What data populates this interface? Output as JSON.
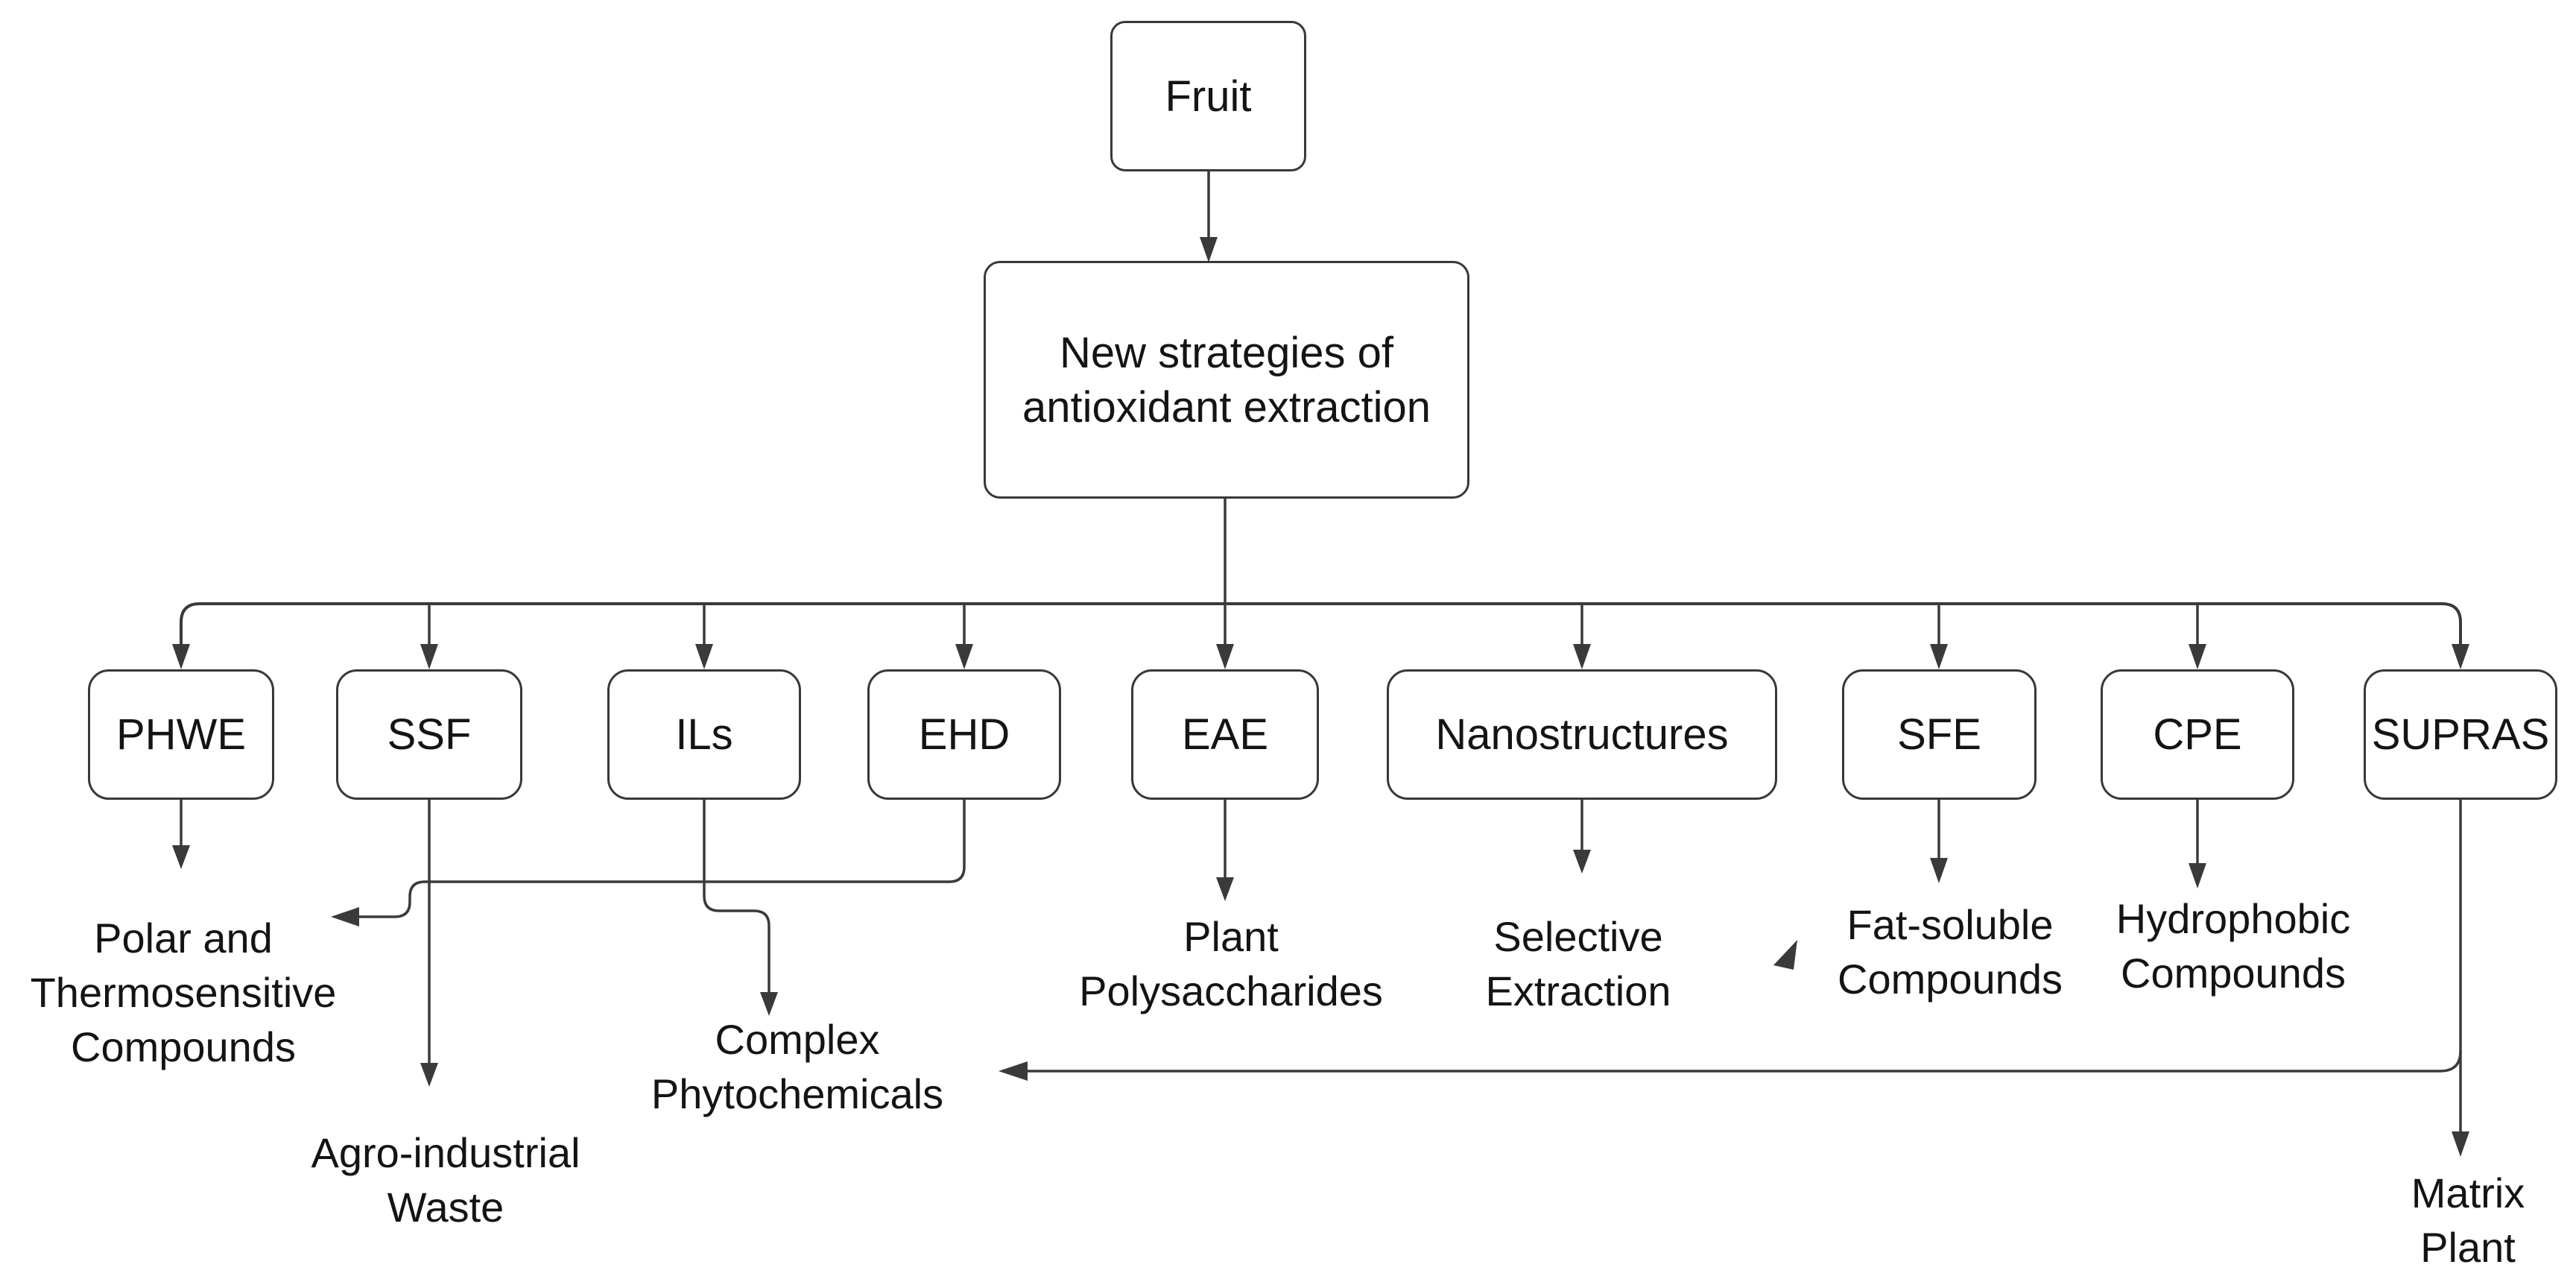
{
  "colors": {
    "background": "#ffffff",
    "line": "#3a3a3a",
    "text": "#141414"
  },
  "nodes": {
    "fruit": {
      "label": "Fruit"
    },
    "strategy": {
      "label": "New strategies of antioxidant extraction",
      "lines": [
        "New strategies of",
        "antioxidant extraction"
      ]
    },
    "methods": [
      {
        "label": "PHWE"
      },
      {
        "label": "SSF"
      },
      {
        "label": "ILs"
      },
      {
        "label": "EHD"
      },
      {
        "label": "EAE"
      },
      {
        "label": "Nanostructures"
      },
      {
        "label": "SFE"
      },
      {
        "label": "CPE"
      },
      {
        "label": "SUPRAS"
      }
    ]
  },
  "outputs": [
    {
      "lines": [
        "Polar and",
        "Thermosensitive",
        "Compounds"
      ],
      "sources": [
        "PHWE",
        "EHD"
      ]
    },
    {
      "lines": [
        "Agro-industrial",
        "Waste"
      ],
      "sources": [
        "SSF"
      ]
    },
    {
      "lines": [
        "Complex",
        "Phytochemicals"
      ],
      "sources": [
        "ILs",
        "SUPRAS"
      ]
    },
    {
      "lines": [
        "Plant",
        "Polysaccharides"
      ],
      "sources": [
        "EAE"
      ]
    },
    {
      "lines": [
        "Selective",
        "Extraction"
      ],
      "sources": [
        "Nanostructures"
      ]
    },
    {
      "lines": [
        "Fat-soluble",
        "Compounds"
      ],
      "sources": [
        "SFE"
      ]
    },
    {
      "lines": [
        "Hydrophobic",
        "Compounds"
      ],
      "sources": [
        "CPE"
      ]
    },
    {
      "lines": [
        "Matrix",
        "Plant"
      ],
      "sources": [
        "SUPRAS"
      ]
    }
  ]
}
